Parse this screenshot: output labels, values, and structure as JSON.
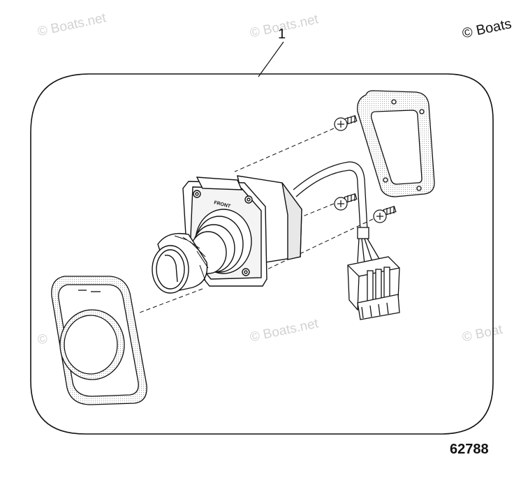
{
  "watermarks": {
    "top_left": "© Boats.net",
    "top_center": "© Boats.net",
    "top_right": "© Boats",
    "mid_center": "© Boats.net",
    "mid_right": "© Boat",
    "mid_left": "©"
  },
  "diagram": {
    "callout": "1",
    "label_front": "FRONT",
    "figure_number": "62788"
  }
}
